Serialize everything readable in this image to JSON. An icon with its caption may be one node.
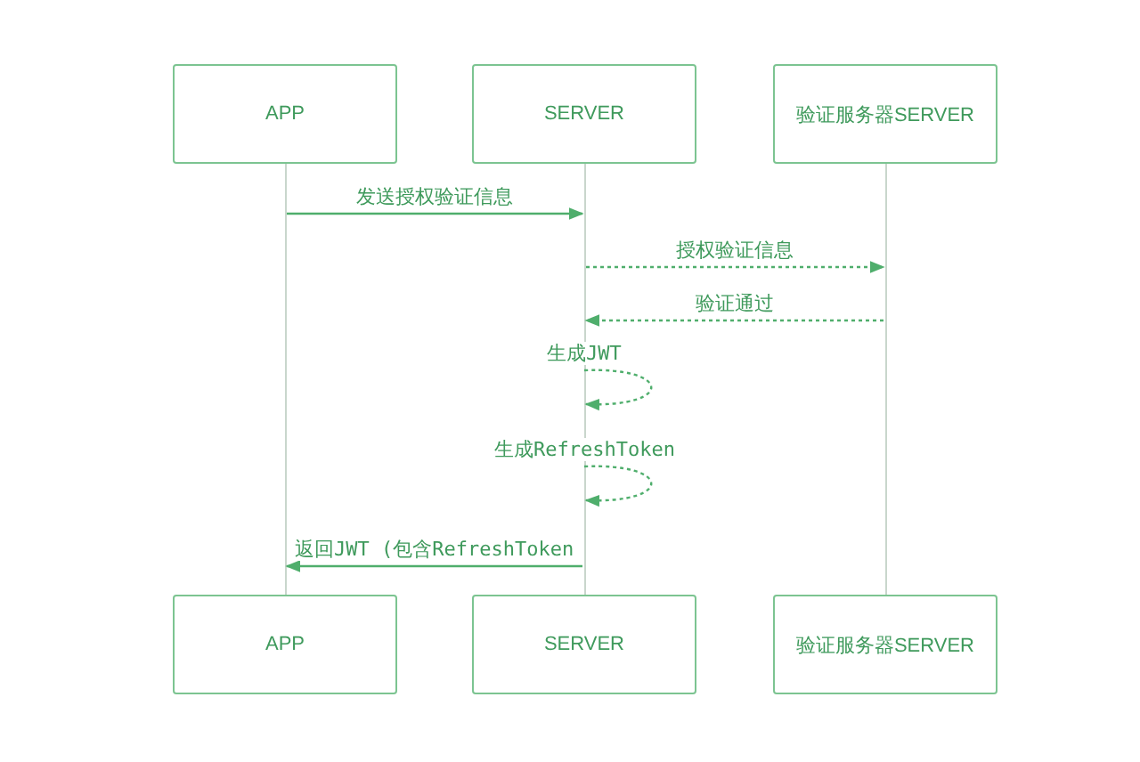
{
  "diagram": {
    "nodes": [
      {
        "text": [
          "APP"
        ]
      },
      {
        "text": [
          "SERVER"
        ]
      },
      {
        "text": [
          "验证服务器SERVER"
        ]
      },
      {
        "text": [],
        "shape": "bar"
      },
      {
        "text": [],
        "shape": "bar"
      },
      {
        "text": [],
        "shape": "bar"
      },
      {
        "text": [
          "APP"
        ]
      },
      {
        "text": [
          "SERVER"
        ]
      },
      {
        "text": [
          "验证服务器SERVER"
        ]
      }
    ],
    "edges": [
      {
        "from": 3,
        "to": 4,
        "arrow": "to",
        "label": "发送授权验证信息"
      },
      {
        "from": 4,
        "to": 5,
        "arrow": "to",
        "label": "授权验证信息",
        "style": "dashed"
      },
      {
        "from": 5,
        "to": 4,
        "arrow": "to",
        "label": "验证通过",
        "style": "dashed"
      },
      {
        "from": 4,
        "to": 4,
        "arrow": "to",
        "label": "生成JWT",
        "style": "dashed"
      },
      {
        "from": 4,
        "to": 4,
        "arrow": "to",
        "label": "生成RefreshToken",
        "style": "dashed"
      },
      {
        "from": 4,
        "to": 3,
        "arrow": "to",
        "label": "返回JWT (包含RefreshToken"
      }
    ]
  }
}
